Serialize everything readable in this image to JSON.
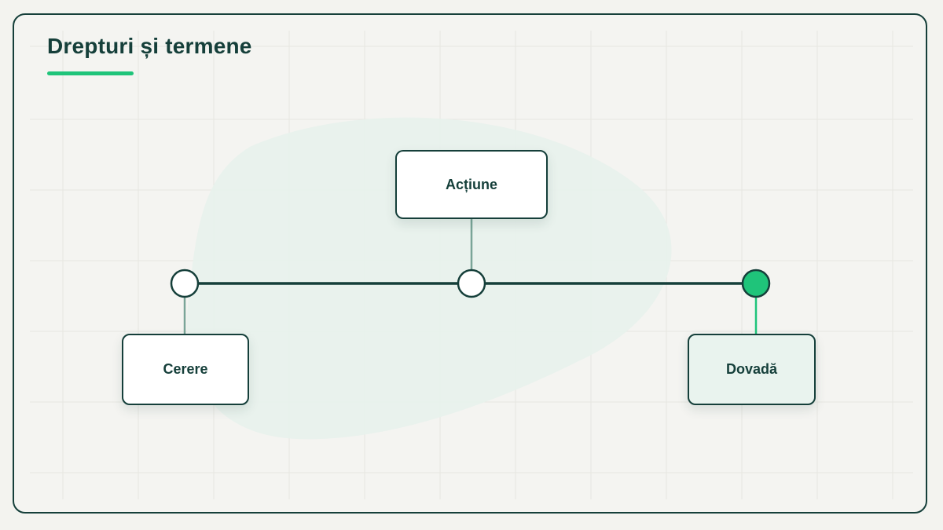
{
  "title": "Drepturi și termene",
  "colors": {
    "ink": "#153f3a",
    "accent": "#1fc47a",
    "connector": "#7aa598",
    "blob": "#e8f1ec",
    "background": "#f4f4f1"
  },
  "timeline": {
    "stages": [
      {
        "label": "Cerere",
        "position": "below",
        "state": "open"
      },
      {
        "label": "Acțiune",
        "position": "above",
        "state": "open"
      },
      {
        "label": "Dovadă",
        "position": "below",
        "state": "completed"
      }
    ]
  }
}
